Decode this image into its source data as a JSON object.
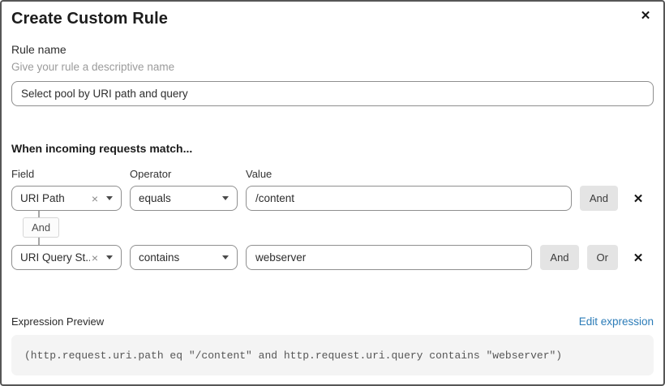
{
  "dialog": {
    "title": "Create Custom Rule",
    "close_icon": "✕"
  },
  "rule_name": {
    "label": "Rule name",
    "helper": "Give your rule a descriptive name",
    "value": "Select pool by URI path and query"
  },
  "match": {
    "heading": "When incoming requests match...",
    "labels": {
      "field": "Field",
      "operator": "Operator",
      "value": "Value"
    },
    "connector_label": "And",
    "rows": [
      {
        "field": "URI Path",
        "operator": "equals",
        "value": "/content",
        "and_button": "And",
        "clear_icon": "×",
        "delete_icon": "✕"
      },
      {
        "field": "URI Query St...",
        "operator": "contains",
        "value": "webserver",
        "and_button": "And",
        "or_button": "Or",
        "clear_icon": "×",
        "delete_icon": "✕"
      }
    ]
  },
  "expression": {
    "label": "Expression Preview",
    "edit_link": "Edit expression",
    "preview": "(http.request.uri.path eq \"/content\" and http.request.uri.query contains \"webserver\")"
  },
  "colors": {
    "link": "#2c7cb8",
    "control_border": "#8f8f8f",
    "button_bg": "#e4e4e4",
    "preview_bg": "#f4f4f4",
    "text_primary": "#1c1c1c",
    "text_muted": "#9b9b9b"
  }
}
